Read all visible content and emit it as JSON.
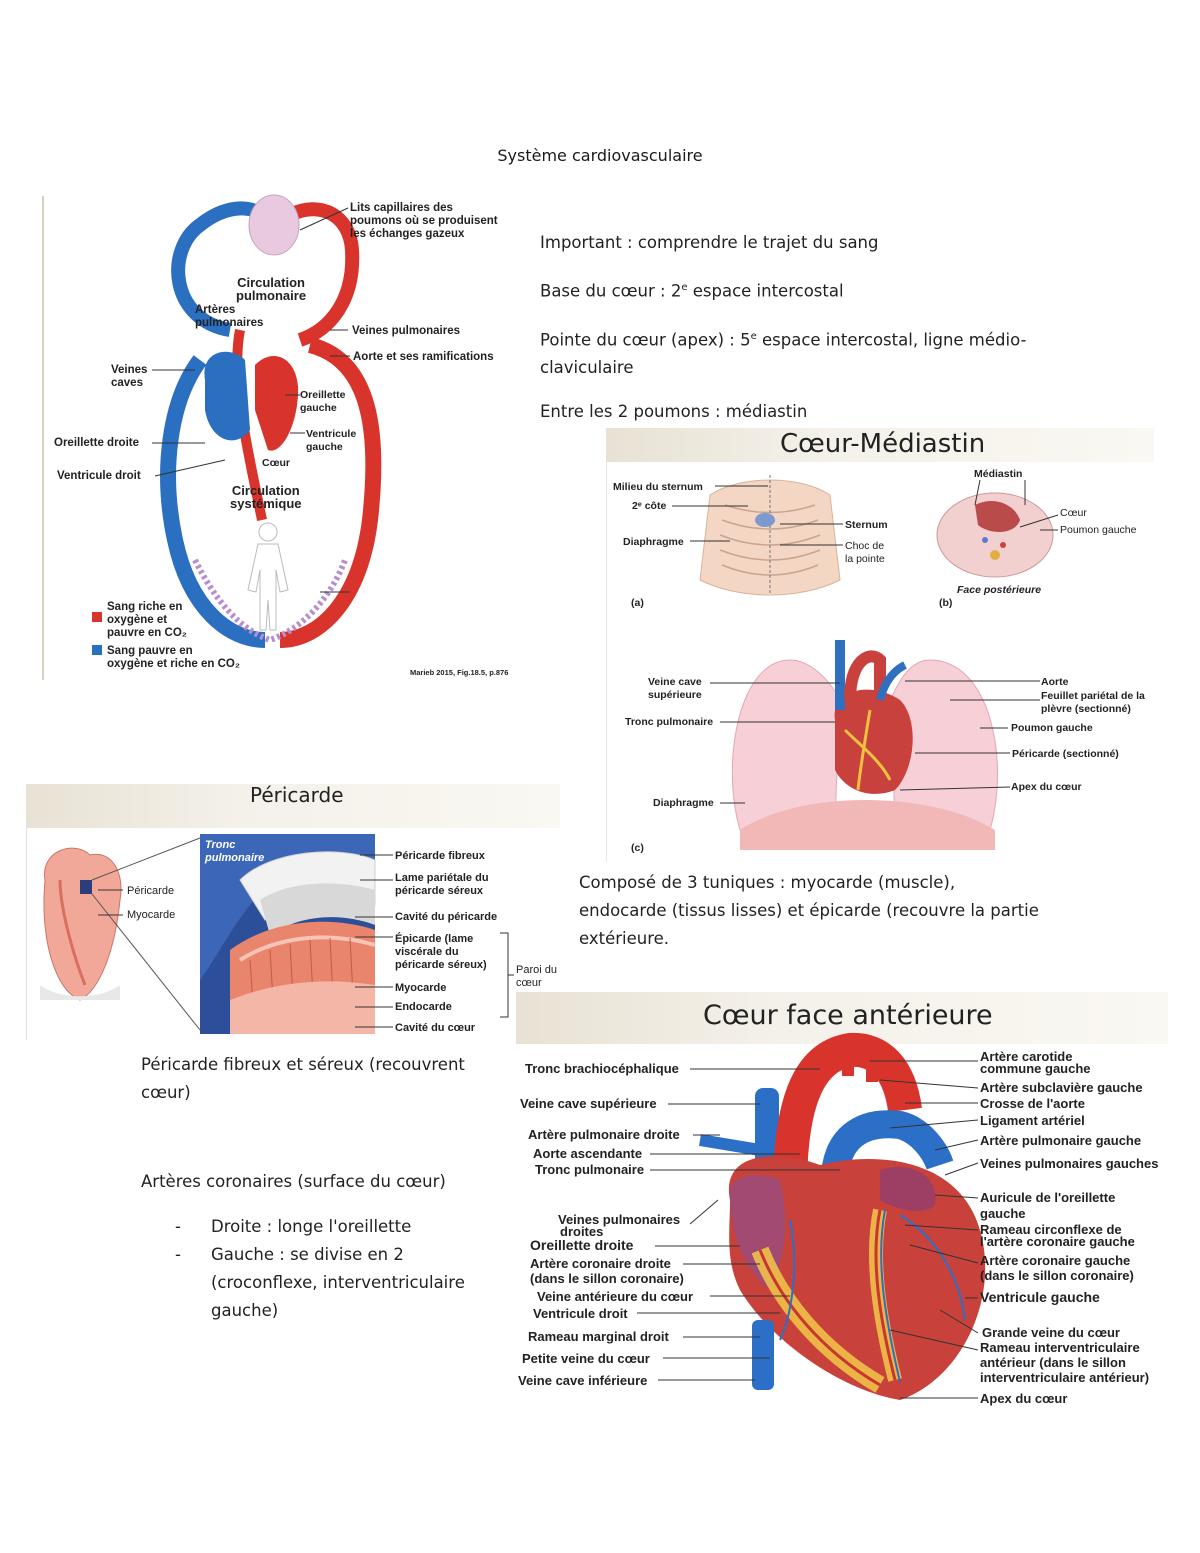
{
  "title": "Système cardiovasculaire",
  "intro": {
    "important": "Important : comprendre le trajet du sang",
    "base": "Base du cœur : 2",
    "base_sup": "e",
    "base_rest": " espace intercostal",
    "pointe": "Pointe du cœur (apex) : 5",
    "pointe_sup": "e",
    "pointe_rest1": " espace intercostal, ligne médio-",
    "pointe_rest2": "claviculaire",
    "entre": "Entre les 2 poumons : médiastin"
  },
  "circulation": {
    "lits": [
      "Lits capillaires des",
      "poumons où se produisent",
      "les échanges gazeux"
    ],
    "circ_pulm": [
      "Circulation",
      "pulmonaire"
    ],
    "arteres_pulm": [
      "Artères",
      "pulmonaires"
    ],
    "veines_pulm": "Veines pulmonaires",
    "aorte": "Aorte et ses ramifications",
    "veines_caves": [
      "Veines",
      "caves"
    ],
    "oreillette_g": [
      "Oreillette",
      "gauche"
    ],
    "oreillette_d": "Oreillette droite",
    "ventricule_g": [
      "Ventricule",
      "gauche"
    ],
    "coeur": "Cœur",
    "ventricule_d": "Ventricule droit",
    "circ_syst": [
      "Circulation",
      "systémique"
    ],
    "legend_red": [
      "Sang riche en",
      "oxygène et",
      "pauvre en CO₂"
    ],
    "legend_blue": [
      "Sang pauvre en",
      "oxygène et riche en CO₂"
    ],
    "source": "Marieb 2015, Fig.18.5, p.876",
    "color_red": "#d9342b",
    "color_blue": "#2a6fc0"
  },
  "mediastin": {
    "banner": "Cœur-Médiastin",
    "a": {
      "milieu": "Milieu du sternum",
      "cote": "2ᵉ côte",
      "diaphragme": "Diaphragme",
      "sternum": "Sternum",
      "choc": [
        "Choc de",
        "la pointe"
      ],
      "tag": "(a)"
    },
    "b": {
      "mediastin": "Médiastin",
      "coeur": "Cœur",
      "poumon": "Poumon gauche",
      "face": "Face postérieure",
      "tag": "(b)"
    },
    "c": {
      "vcs": [
        "Veine cave",
        "supérieure"
      ],
      "tronc": "Tronc pulmonaire",
      "diaphragme": "Diaphragme",
      "aorte": "Aorte",
      "feuillet": [
        "Feuillet pariétal de la",
        "plèvre (sectionné)"
      ],
      "poumon": "Poumon gauche",
      "pericarde": "Péricarde (sectionné)",
      "apex": "Apex du cœur",
      "tag": "(c)"
    }
  },
  "tuniques": [
    "Composé de 3 tuniques : myocarde (muscle),",
    "endocarde (tissus lisses) et épicarde (recouvre la partie",
    "extérieure."
  ],
  "pericarde": {
    "banner": "Péricarde",
    "pericarde": "Péricarde",
    "myocarde": "Myocarde",
    "tronc": [
      "Tronc",
      "pulmonaire"
    ],
    "fibreux": "Péricarde fibreux",
    "lame": [
      "Lame pariétale du",
      "péricarde séreux"
    ],
    "cavite": "Cavité du péricarde",
    "epicarde": [
      "Épicarde (lame",
      "viscérale du",
      "péricarde séreux)"
    ],
    "myocarde2": "Myocarde",
    "endocarde": "Endocarde",
    "cavite_coeur": "Cavité du cœur",
    "paroi": [
      "Paroi du",
      "cœur"
    ]
  },
  "pericarde_text": [
    "Péricarde fibreux et séreux (recouvrent",
    "cœur)"
  ],
  "coronaires": {
    "title": "Artères coronaires (surface du cœur)",
    "items": [
      "Droite : longe l'oreillette",
      "Gauche : se divise en 2",
      "(croconflexe, interventriculaire",
      "gauche)"
    ]
  },
  "anterieure": {
    "banner": "Cœur face antérieure",
    "left": [
      "Tronc brachiocéphalique",
      "Veine cave supérieure",
      "Artère pulmonaire droite",
      "Aorte ascendante",
      "Tronc pulmonaire",
      "Veines pulmonaires",
      "droites",
      "Oreillette droite",
      "Artère coronaire droite",
      "(dans le sillon coronaire)",
      "Veine antérieure du cœur",
      "Ventricule droit",
      "Rameau marginal droit",
      "Petite veine du cœur",
      "Veine cave inférieure"
    ],
    "right": [
      "Artère carotide",
      "commune gauche",
      "Artère subclavière gauche",
      "Crosse de l'aorte",
      "Ligament artériel",
      "Artère pulmonaire gauche",
      "Veines pulmonaires gauches",
      "Auricule de l'oreillette",
      "gauche",
      "Rameau circonflexe de",
      "l'artère coronaire gauche",
      "Artère coronaire gauche",
      "(dans le sillon coronaire)",
      "Ventricule gauche",
      "Grande veine du cœur",
      "Rameau interventriculaire",
      "antérieur (dans le sillon",
      "interventriculaire antérieur)",
      "Apex du cœur"
    ]
  }
}
